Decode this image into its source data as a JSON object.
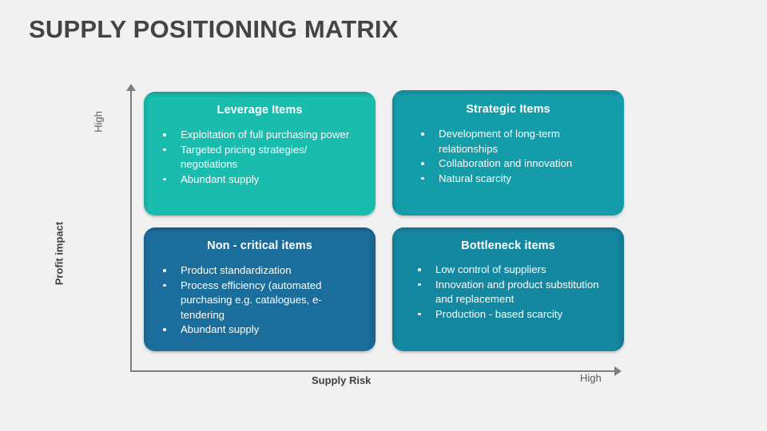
{
  "title": "SUPPLY POSITIONING MATRIX",
  "colors": {
    "background": "#f1f1f1",
    "title_text": "#444444",
    "axis_line": "#7d7d80",
    "leverage": "#1abcad",
    "strategic": "#149ca9",
    "non_critical": "#1b6e9c",
    "bottleneck": "#1488a0",
    "quadrant_text": "#ffffff"
  },
  "axes": {
    "y": {
      "title": "Profit impact",
      "high_label": "High",
      "arrow_icon": "arrow-up-icon"
    },
    "x": {
      "title": "Supply Risk",
      "high_label": "High",
      "arrow_icon": "arrow-right-icon"
    }
  },
  "quadrants": {
    "top_left": {
      "title": "Leverage Items",
      "items": [
        "Exploitation of full purchasing power",
        "Targeted pricing strategies/ negotiations",
        "Abundant supply"
      ]
    },
    "top_right": {
      "title": "Strategic Items",
      "items": [
        "Development of long-term relationships",
        "Collaboration and innovation",
        "Natural scarcity"
      ]
    },
    "bottom_left": {
      "title": "Non - critical items",
      "items": [
        "Product standardization",
        "Process efficiency (automated purchasing e.g. catalogues, e-tendering",
        "Abundant supply"
      ]
    },
    "bottom_right": {
      "title": "Bottleneck items",
      "items": [
        "Low control of suppliers",
        "Innovation and product substitution and replacement",
        "Production - based scarcity"
      ]
    }
  }
}
